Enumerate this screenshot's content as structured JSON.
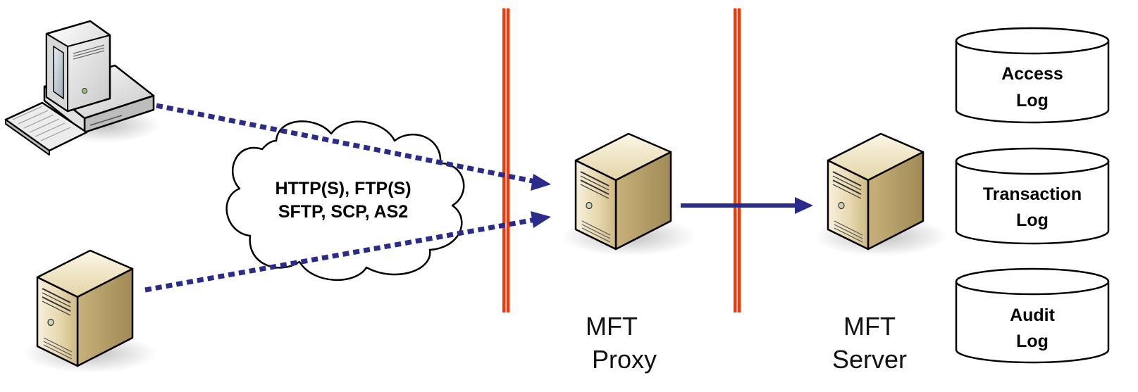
{
  "cloud": {
    "line1": "HTTP(S), FTP(S)",
    "line2": "SFTP, SCP, AS2"
  },
  "proxy": {
    "line1": "MFT",
    "line2": "Proxy"
  },
  "server": {
    "line1": "MFT",
    "line2": "Server"
  },
  "logs": [
    {
      "line1": "Access",
      "line2": "Log"
    },
    {
      "line1": "Transaction",
      "line2": "Log"
    },
    {
      "line1": "Audit",
      "line2": "Log"
    }
  ],
  "colors": {
    "firewall": "#ff3300",
    "connection": "#2b2b8c",
    "server_body": "#e6d3a3",
    "outline": "#000000"
  },
  "icons": {
    "client_desktop": "desktop-computer-icon",
    "client_server": "server-tower-icon",
    "proxy": "server-tower-icon",
    "server": "server-tower-icon",
    "logs": "database-cylinder-icon"
  }
}
